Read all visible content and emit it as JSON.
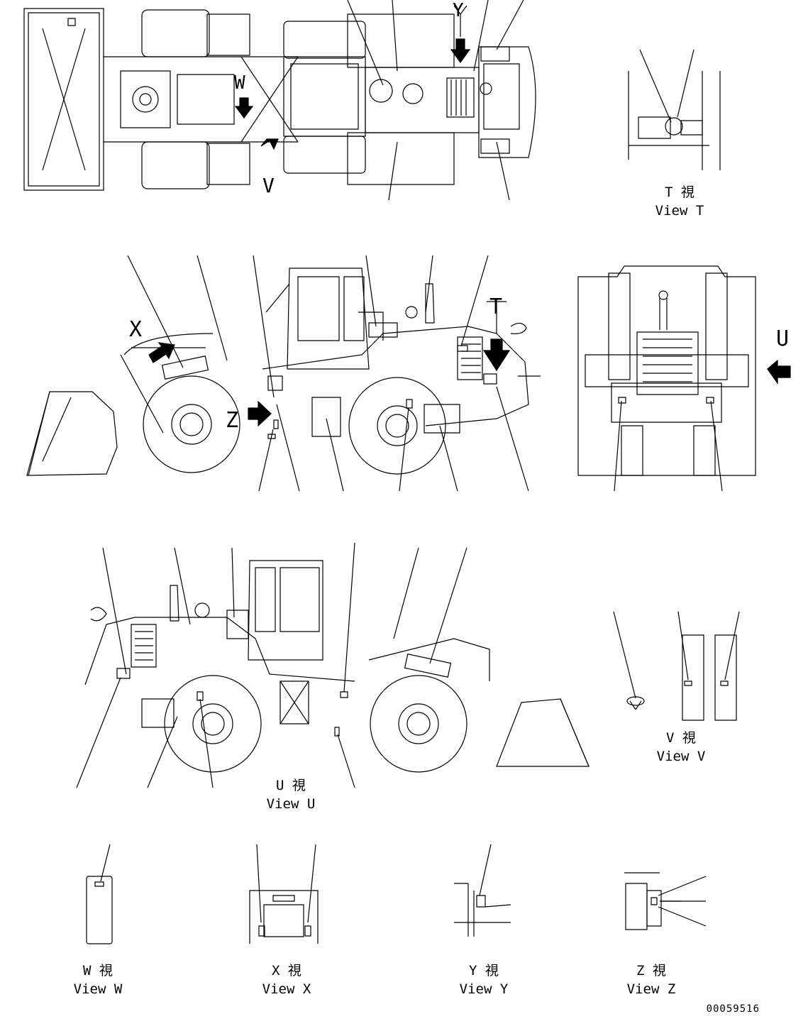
{
  "arrow_labels": {
    "w": "W",
    "v": "V",
    "y": "Y",
    "x": "X",
    "z": "Z",
    "t": "T",
    "u": "U"
  },
  "captions": {
    "t": {
      "jp": "T 視",
      "en": "View T"
    },
    "u": {
      "jp": "U 視",
      "en": "View U"
    },
    "v": {
      "jp": "V 視",
      "en": "View V"
    },
    "w": {
      "jp": "W 視",
      "en": "View W"
    },
    "x": {
      "jp": "X 視",
      "en": "View X"
    },
    "y": {
      "jp": "Y 視",
      "en": "View Y"
    },
    "z": {
      "jp": "Z 視",
      "en": "View Z"
    }
  },
  "drawing_number": "00059516"
}
